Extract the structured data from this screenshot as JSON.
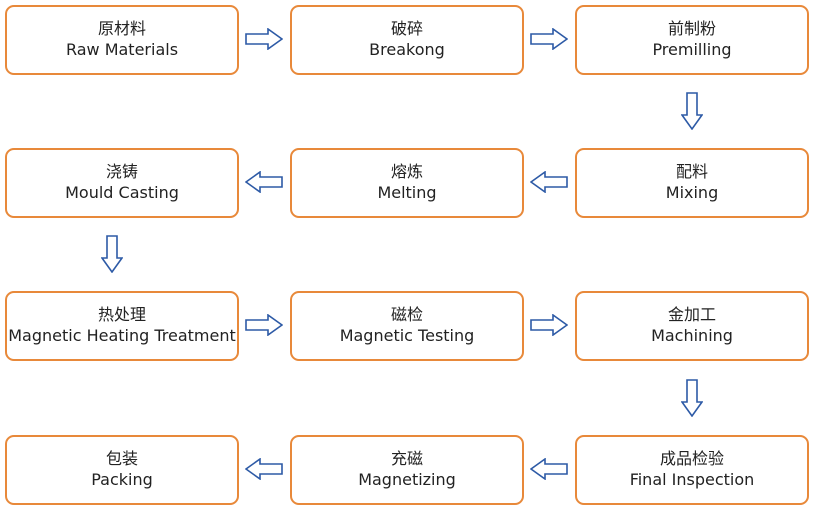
{
  "colors": {
    "box_border": "#e8893a",
    "arrow_stroke": "#2d5aa6",
    "text": "#222222"
  },
  "steps": [
    {
      "zh": "原材料",
      "en": "Raw Materials"
    },
    {
      "zh": "破碎",
      "en": "Breakong"
    },
    {
      "zh": "前制粉",
      "en": "Premilling"
    },
    {
      "zh": "配料",
      "en": "Mixing"
    },
    {
      "zh": "熔炼",
      "en": "Melting"
    },
    {
      "zh": "浇铸",
      "en": "Mould Casting"
    },
    {
      "zh": "热处理",
      "en": "Magnetic Heating Treatment"
    },
    {
      "zh": "磁检",
      "en": "Magnetic Testing"
    },
    {
      "zh": "金加工",
      "en": "Machining"
    },
    {
      "zh": "成品检验",
      "en": "Final Inspection"
    },
    {
      "zh": "充磁",
      "en": "Magnetizing"
    },
    {
      "zh": "包装",
      "en": "Packing"
    }
  ]
}
